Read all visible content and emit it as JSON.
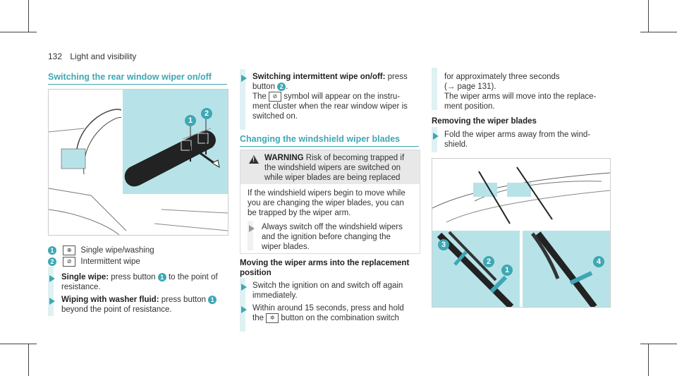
{
  "page": {
    "number": "132",
    "section": "Light and visibility"
  },
  "col1": {
    "heading": "Switching the rear window wiper on/off",
    "legend": [
      {
        "marker": "1",
        "symbol": "⬚",
        "text": "Single wipe/washing"
      },
      {
        "marker": "2",
        "symbol": "⬚",
        "text": "Intermittent wipe"
      }
    ],
    "steps": [
      {
        "label": "Single wipe:",
        "pre": " press button ",
        "marker": "1",
        "post": " to the point of resistance."
      },
      {
        "label": "Wiping with washer fluid:",
        "pre": " press button ",
        "marker": "1",
        "post": " beyond the point of resistance."
      }
    ]
  },
  "col2": {
    "step1": {
      "label": "Switching intermittent wipe on/off:",
      "line1": " press",
      "line2a": "button ",
      "marker": "2",
      "line2b": ".",
      "line3": "The ",
      "line3b": " symbol will appear on the instru-",
      "line4": "ment cluster when the rear window wiper is",
      "line5": "switched on."
    },
    "heading": "Changing the windshield wiper blades",
    "warning": {
      "title": "WARNING",
      "head_lines": [
        "Risk of becoming trapped if",
        "the windshield wipers are switched on",
        "while wiper blades are being replaced"
      ],
      "body_lines": [
        "If the windshield wipers begin to move while",
        "you are changing the wiper blades, you can",
        "be trapped by the wiper arm."
      ],
      "bullet_lines": [
        "Always switch off the windshield wipers",
        "and the ignition before changing the",
        "wiper blades."
      ]
    },
    "subheading_lines": [
      "Moving the wiper arms into the replacement",
      "position"
    ],
    "step2_lines": [
      "Switch the ignition on and switch off again",
      "immediately."
    ],
    "step3_lines": [
      "Within around 15 seconds, press and hold",
      "the ",
      " button on the combination switch"
    ]
  },
  "col3": {
    "cont_lines": [
      "for approximately three seconds",
      "(→ page 131).",
      "The wiper arms will move into the replace-",
      "ment position."
    ],
    "subheading": "Removing the wiper blades",
    "step_lines": [
      "Fold the wiper arms away from the wind-",
      "shield."
    ]
  },
  "colors": {
    "accent": "#3fa7b3",
    "figure_fill": "#b7e3e8"
  },
  "icons": [
    "triangle-bullet-icon",
    "warning-icon",
    "wiper-single-icon",
    "wiper-intermittent-icon",
    "wiper-blade-icon"
  ]
}
